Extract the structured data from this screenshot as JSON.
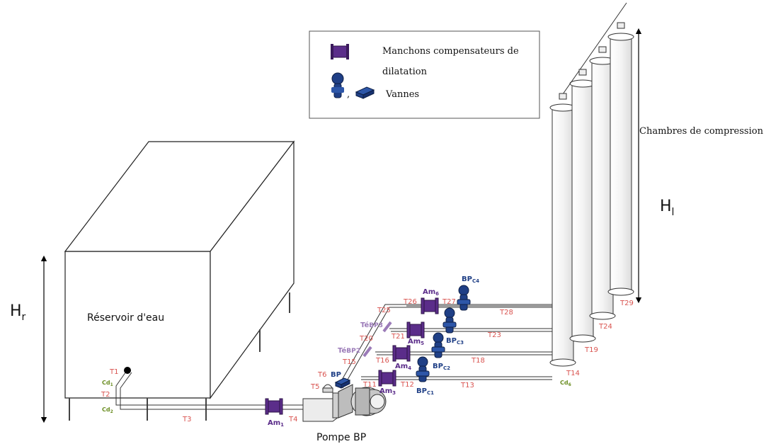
{
  "legend": {
    "compensator_label_line1": "Manchons compensateurs de",
    "compensator_label_line2": "dilatation",
    "valve_separator": ",",
    "valve_label": "Vannes"
  },
  "labels": {
    "tank": "Réservoir d'eau",
    "pump": "Pompe BP",
    "chambers": "Chambres de compression",
    "hr_main": "H",
    "hr_sub": "r",
    "hl_main": "H",
    "hl_sub": "l"
  },
  "pipes": {
    "T1": "T1",
    "T2": "T2",
    "T3": "T3",
    "T4": "T4",
    "T5": "T5",
    "T6": "T6",
    "T11": "T11",
    "T12": "T12",
    "T13": "T13",
    "T14": "T14",
    "T15": "T15",
    "T16": "T16",
    "T18": "T18",
    "T19": "T19",
    "T20": "T20",
    "T21": "T21",
    "T23": "T23",
    "T24": "T24",
    "T25": "T25",
    "T26": "T26",
    "T27": "T27",
    "T28": "T28",
    "T29": "T29"
  },
  "fittings": {
    "cd1": "Cd",
    "cd1_sub": "1",
    "cd2": "Cd",
    "cd2_sub": "2",
    "cd6": "Cd",
    "cd6_sub": "6",
    "am1": "Am",
    "am1_sub": "1",
    "am3": "Am",
    "am3_sub": "3",
    "am4": "Am",
    "am4_sub": "4",
    "am5": "Am",
    "am5_sub": "5",
    "am6": "Am",
    "am6_sub": "6",
    "bp": "BP",
    "bpc1": "BP",
    "bpc1_sub": "C1",
    "bpc2": "BP",
    "bpc2_sub": "C2",
    "bpc3": "BP",
    "bpc3_sub": "C3",
    "bpc4": "BP",
    "bpc4_sub": "C4",
    "tebp2": "Té",
    "tebp2_sub": "BP2",
    "tebp3": "Té",
    "tebp3_sub": "BP3"
  },
  "colors": {
    "pipe_label": "#d9534f",
    "compensator": "#5b2d8a",
    "valve": "#1f3f86",
    "tee": "#9b7bb8",
    "cd": "#6b8e23"
  }
}
